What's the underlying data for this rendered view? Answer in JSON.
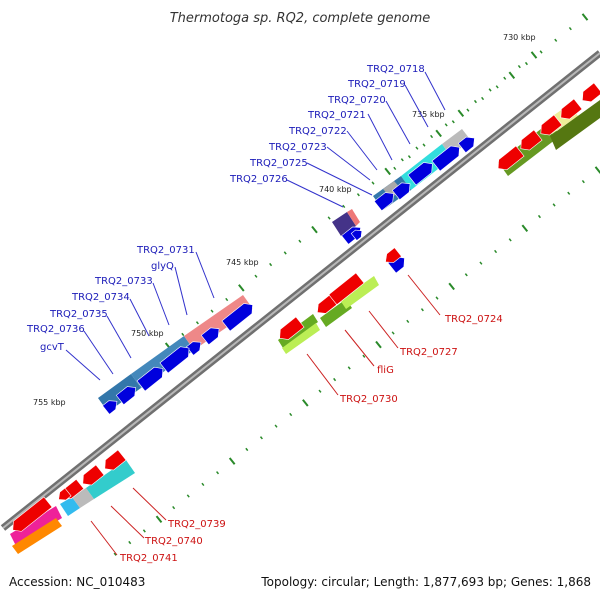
{
  "title": "Thermotoga sp. RQ2, complete genome",
  "footer": {
    "accession": "Accession: NC_010483",
    "summary": "Topology: circular; Length: 1,877,693 bp; Genes: 1,868"
  },
  "ticks": {
    "kbp_730": "730 kbp",
    "kbp_735": "735 kbp",
    "kbp_740": "740 kbp",
    "kbp_745": "745 kbp",
    "kbp_750": "750 kbp",
    "kbp_755": "755 kbp"
  },
  "labels_blue": {
    "g0718": "TRQ2_0718",
    "g0719": "TRQ2_0719",
    "g0720": "TRQ2_0720",
    "g0721": "TRQ2_0721",
    "g0722": "TRQ2_0722",
    "g0723": "TRQ2_0723",
    "g0725": "TRQ2_0725",
    "g0726": "TRQ2_0726",
    "g0731": "TRQ2_0731",
    "glyQ": "glyQ",
    "g0733": "TRQ2_0733",
    "g0734": "TRQ2_0734",
    "g0735": "TRQ2_0735",
    "g0736": "TRQ2_0736",
    "gcvT": "gcvT"
  },
  "labels_red": {
    "g0724": "TRQ2_0724",
    "g0727": "TRQ2_0727",
    "fliG": "fliG",
    "g0730": "TRQ2_0730",
    "g0739": "TRQ2_0739",
    "g0740": "TRQ2_0740",
    "g0741": "TRQ2_0741"
  },
  "colors": {
    "backbone": "#808080",
    "forward_gene": "#0000dd",
    "reverse_gene": "#ee0000",
    "label_blue": "#1a1ab8",
    "label_red": "#cc1111",
    "tick": "#2a8a2a"
  }
}
